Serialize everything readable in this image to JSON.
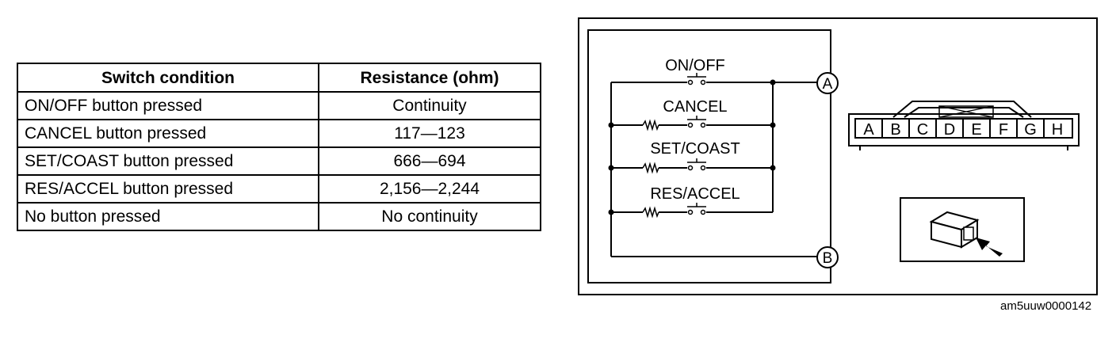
{
  "table": {
    "headers": [
      "Switch condition",
      "Resistance (ohm)"
    ],
    "rows": [
      {
        "condition": "ON/OFF button pressed",
        "resistance": "Continuity"
      },
      {
        "condition": "CANCEL button pressed",
        "resistance": "117—123"
      },
      {
        "condition": "SET/COAST button pressed",
        "resistance": "666—694"
      },
      {
        "condition": "RES/ACCEL button pressed",
        "resistance": "2,156—2,244"
      },
      {
        "condition": "No button pressed",
        "resistance": "No continuity"
      }
    ]
  },
  "diagram": {
    "switches": [
      "ON/OFF",
      "CANCEL",
      "SET/COAST",
      "RES/ACCEL"
    ],
    "terminals": [
      "A",
      "B"
    ],
    "connector_pins": [
      "A",
      "B",
      "C",
      "D",
      "E",
      "F",
      "G",
      "H"
    ]
  },
  "figure_code": "am5uuw0000142"
}
